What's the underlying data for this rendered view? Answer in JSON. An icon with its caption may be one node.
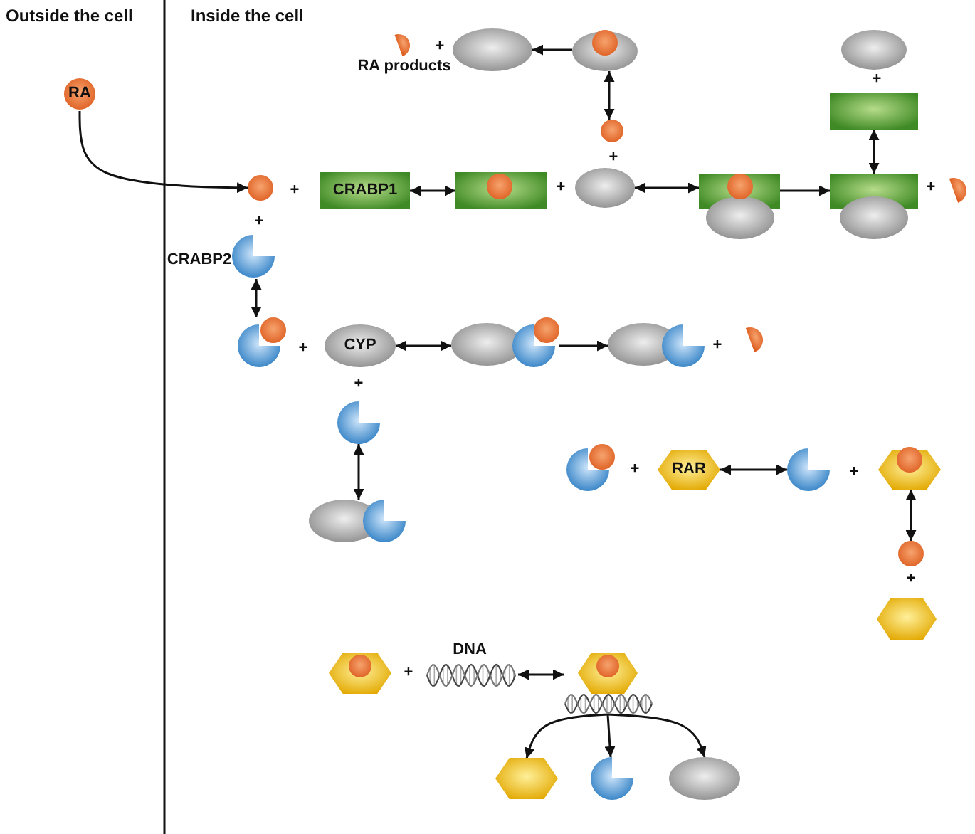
{
  "diagram": {
    "nodes": [
      {
        "text": [
          "RA"
        ]
      },
      {
        "text": [],
        "shape": "circle"
      },
      {
        "text": [
          "CRABP1"
        ]
      },
      {
        "text": [],
        "shape": "box"
      },
      {
        "text": [],
        "shape": "ellipse"
      },
      {
        "text": [],
        "shape": "box"
      },
      {
        "text": [],
        "shape": "box"
      },
      {
        "text": [],
        "shape": "semicircle"
      },
      {
        "text": [],
        "shape": "ellipse"
      },
      {
        "text": [],
        "shape": "box"
      },
      {
        "text": [],
        "shape": "ellipse"
      },
      {
        "text": [],
        "shape": "circle"
      },
      {
        "text": [],
        "shape": "ellipse"
      },
      {
        "text": [
          "RA products"
        ]
      },
      {
        "text": [
          "CRABP2"
        ]
      },
      {
        "text": [],
        "shape": "pacman"
      },
      {
        "text": [
          "CYP"
        ]
      },
      {
        "text": [],
        "shape": "ellipse"
      },
      {
        "text": [],
        "shape": "ellipse"
      },
      {
        "text": [],
        "shape": "semicircle"
      },
      {
        "text": [],
        "shape": "pacman"
      },
      {
        "text": [],
        "shape": "ellipse"
      },
      {
        "text": [],
        "shape": "pacman"
      },
      {
        "text": [
          "RAR"
        ]
      },
      {
        "text": [],
        "shape": "pacman"
      },
      {
        "text": [],
        "shape": "hexagon"
      },
      {
        "text": [],
        "shape": "circle"
      },
      {
        "text": [],
        "shape": "hexagon"
      },
      {
        "text": [],
        "shape": "hexagon"
      },
      {
        "text": [
          "DNA"
        ]
      },
      {
        "text": [],
        "shape": "hexagon"
      },
      {
        "text": [],
        "shape": "hexagon"
      },
      {
        "text": [],
        "shape": "pacman"
      },
      {
        "text": [],
        "shape": "ellipse"
      }
    ],
    "edges": [
      {
        "from": 0,
        "to": 1,
        "arrow": "to"
      },
      {
        "from": 2,
        "to": 3,
        "arrow": "both"
      },
      {
        "from": 4,
        "to": 5,
        "arrow": "both"
      },
      {
        "from": 5,
        "to": 6,
        "arrow": "to"
      },
      {
        "from": 9,
        "to": 6,
        "arrow": "both"
      },
      {
        "from": 10,
        "to": 11,
        "arrow": "both"
      },
      {
        "from": 10,
        "to": 12,
        "arrow": "to"
      },
      {
        "from": 14,
        "to": 15,
        "arrow": "both"
      },
      {
        "from": 16,
        "to": 17,
        "arrow": "both"
      },
      {
        "from": 17,
        "to": 18,
        "arrow": "to"
      },
      {
        "from": 20,
        "to": 21,
        "arrow": "both"
      },
      {
        "from": 23,
        "to": 24,
        "arrow": "both"
      },
      {
        "from": 25,
        "to": 26,
        "arrow": "both"
      },
      {
        "from": 29,
        "to": 30,
        "arrow": "both"
      },
      {
        "from": 30,
        "to": 31,
        "arrow": "to"
      },
      {
        "from": 30,
        "to": 32,
        "arrow": "to"
      },
      {
        "from": 30,
        "to": 33,
        "arrow": "to"
      }
    ],
    "labels": [
      "Outside the cell",
      "Inside the cell",
      "+",
      "+",
      "+",
      "+",
      "+",
      "+",
      "+",
      "+",
      "+",
      "+",
      "+",
      "+",
      "+",
      "+"
    ]
  }
}
